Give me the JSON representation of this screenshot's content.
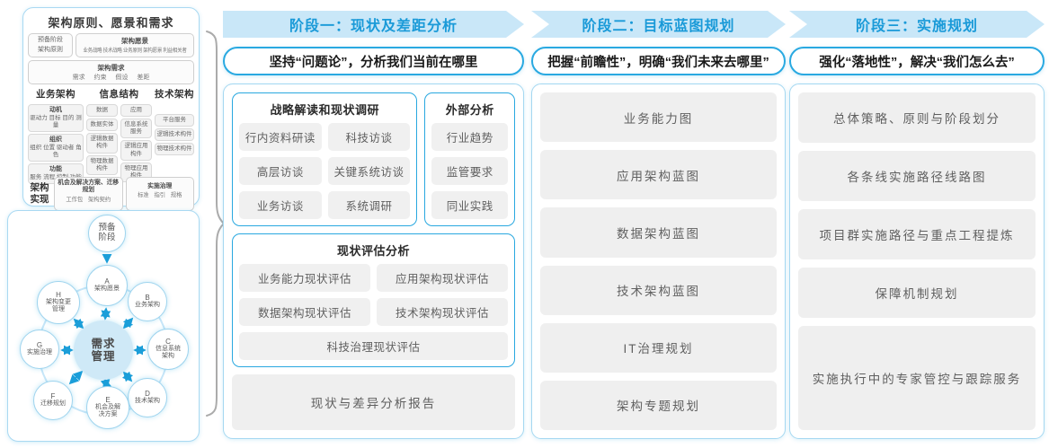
{
  "colors": {
    "accent_blue": "#29a9e1",
    "band_blue": "#c9e7f8",
    "header_text_blue": "#1a9ad8",
    "panel_border_blue": "#a9d9f2",
    "item_gray": "#efefef",
    "arrow_blue": "#1b9ed9"
  },
  "left_panel": {
    "title": "架构原则、愿景和需求",
    "prep": {
      "line1": "预备阶段",
      "line2": "架构原则"
    },
    "vision": {
      "title": "架构愿景",
      "items": "业务战略 技术战略 业务原则 架构愿景 利益相关者"
    },
    "requirements": {
      "title": "架构需求",
      "items": "需求  约束  假设  差距"
    },
    "business": {
      "title": "业务架构",
      "groups": [
        {
          "title": "动机",
          "sub": "驱动力 目标 目的 测量"
        },
        {
          "title": "组织",
          "sub": "组织 位置 驱动者 角色"
        },
        {
          "title": "功能",
          "sub": "服务 流程 控制 功能"
        }
      ]
    },
    "information": {
      "title": "信息结构",
      "data": {
        "title": "数据",
        "items": [
          "数据实体",
          "逻辑数据构件",
          "物理数据构件"
        ]
      },
      "application": {
        "title": "应用",
        "items": [
          "信息系统服务",
          "逻辑应用构件",
          "物理应用构件"
        ]
      }
    },
    "technology": {
      "title": "技术架构",
      "items": [
        "平台服务",
        "逻辑技术构件",
        "物理技术构件"
      ]
    },
    "implementation": {
      "label": "架构实现",
      "box1": {
        "title": "机会及解决方案、迁移规划",
        "sub": "工作包 架构契约"
      },
      "box2": {
        "title": "实施治理",
        "sub": "标准 指引 规格"
      }
    }
  },
  "adm_wheel": {
    "prep": "预备阶段",
    "center": "需求管理",
    "nodes": [
      {
        "key": "A",
        "label": "架构愿景"
      },
      {
        "key": "B",
        "label": "业务架构"
      },
      {
        "key": "C",
        "label": "信息系统架构"
      },
      {
        "key": "D",
        "label": "技术架构"
      },
      {
        "key": "E",
        "label": "机会及解决方案"
      },
      {
        "key": "F",
        "label": "迁移规划"
      },
      {
        "key": "G",
        "label": "实施治理"
      },
      {
        "key": "H",
        "label": "架构变更管理"
      }
    ]
  },
  "phases": [
    {
      "header": "阶段一：现状及差距分析",
      "subtitle": "坚持“问题论”，分析我们当前在哪里"
    },
    {
      "header": "阶段二：目标蓝图规划",
      "subtitle": "把握“前瞻性”，明确“我们未来去哪里”",
      "items": [
        "业务能力图",
        "应用架构蓝图",
        "数据架构蓝图",
        "技术架构蓝图",
        "IT治理规划",
        "架构专题规划"
      ]
    },
    {
      "header": "阶段三：实施规划",
      "subtitle": "强化“落地性”，解决“我们怎么去”",
      "items": [
        "总体策略、原则与阶段划分",
        "各条线实施路径线路图",
        "项目群实施路径与重点工程提炼",
        "保障机制规划",
        "实施执行中的专家管控与跟踪服务"
      ]
    }
  ],
  "phase1": {
    "research": {
      "title": "战略解读和现状调研",
      "items": [
        "行内资料研读",
        "科技访谈",
        "高层访谈",
        "关键系统访谈",
        "业务访谈",
        "系统调研"
      ]
    },
    "external": {
      "title": "外部分析",
      "items": [
        "行业趋势",
        "监管要求",
        "同业实践"
      ]
    },
    "assessment": {
      "title": "现状评估分析",
      "items": [
        "业务能力现状评估",
        "应用架构现状评估",
        "数据架构现状评估",
        "技术架构现状评估",
        "科技治理现状评估"
      ]
    },
    "report": "现状与差异分析报告"
  }
}
